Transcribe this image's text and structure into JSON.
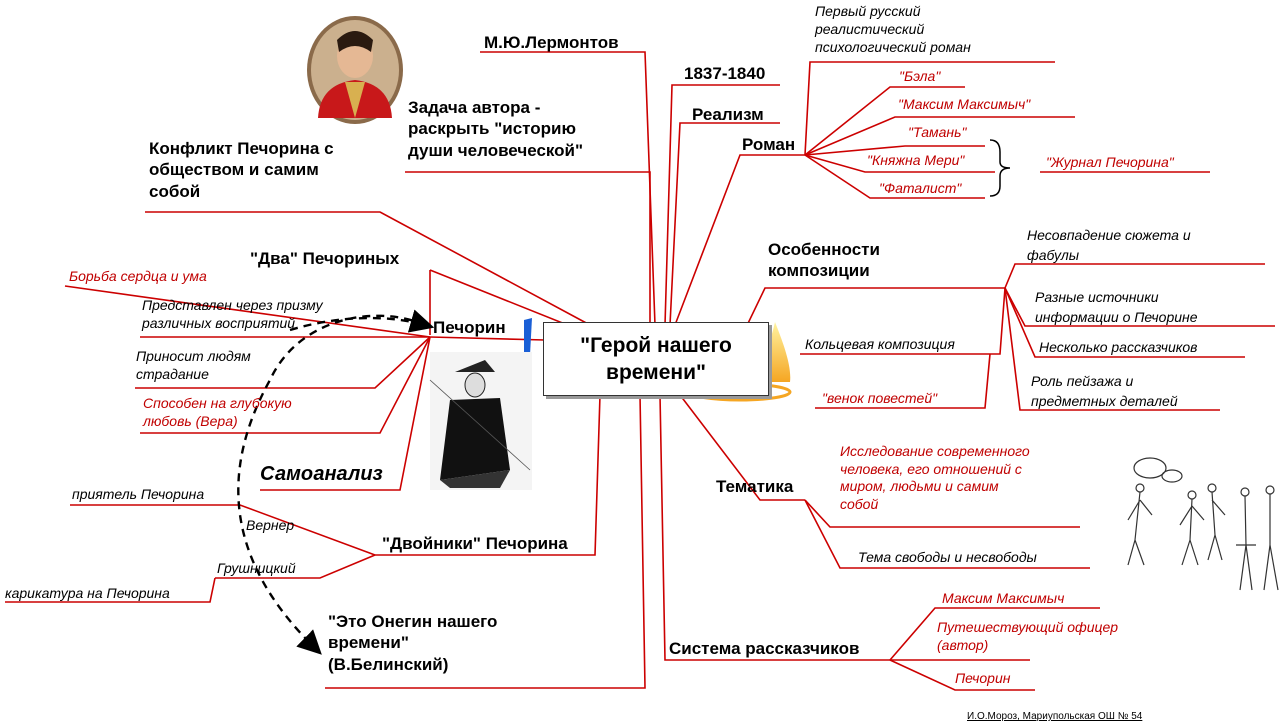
{
  "center": {
    "title": "\"Герой нашего времени\""
  },
  "branches": {
    "author": "М.Ю.Лермонтов",
    "years": "1837-1840",
    "realism": "Реализм",
    "novel": "Роман",
    "task": [
      "Задача автора -",
      "раскрыть \"историю",
      "души человеческой\""
    ],
    "conflict": [
      "Конфликт Печорина с",
      "обществом и самим",
      "собой"
    ],
    "two_pechorins": "\"Два\" Печориных",
    "pechorin": "Печорин",
    "self_analysis": "Самоанализ",
    "doubles": "\"Двойники\" Печорина",
    "onegin": [
      "\"Это Онегин нашего",
      "времени\"",
      "(В.Белинский)"
    ],
    "composition": [
      "Особенности",
      "композиции"
    ],
    "themes": "Тематика",
    "narrators": "Система рассказчиков"
  },
  "novel_items": {
    "first": [
      "Первый русский",
      "реалистический",
      "психологический роман"
    ],
    "stories": [
      "\"Бэла\"",
      "\"Максим Максимыч\"",
      "\"Тамань\"",
      "\"Княжна Мери\"",
      "\"Фаталист\""
    ],
    "journal": "\"Журнал Печорина\""
  },
  "two_items": [
    "Борьба сердца и ума",
    [
      "Представлен через призму",
      "различных восприятий"
    ],
    [
      "Приносит людям",
      "страдание"
    ],
    [
      "Способен на глубокую",
      "любовь (Вера)"
    ]
  ],
  "doubles_items": {
    "werner": "Вернер",
    "werner_desc": "приятель Печорина",
    "grushnitsky": "Грушницкий",
    "grushnitsky_desc": "карикатура на Печорина"
  },
  "composition_items": {
    "mismatch": [
      "Несовпадение сюжета и",
      "фабулы"
    ],
    "sources": [
      "Разные источники",
      "информации о Печорине"
    ],
    "several": "Несколько рассказчиков",
    "landscape": [
      "Роль пейзажа и",
      "предметных деталей"
    ],
    "ring": "Кольцевая композиция",
    "wreath": "\"венок  повестей\""
  },
  "themes_items": {
    "study": [
      "Исследование современного",
      "человека, его отношений с",
      "миром, людьми и самим",
      "собой"
    ],
    "freedom": "Тема свободы и несвободы"
  },
  "narrator_items": [
    "Максим Максимыч",
    [
      "Путешествующий офицер",
      "(автор)"
    ],
    "Печорин"
  ],
  "credit": "И.О.Мороз, Мариупольская ОШ № 54",
  "colors": {
    "line": "#cc0000",
    "accent_text": "#c00000",
    "flame": "#f5a623"
  }
}
